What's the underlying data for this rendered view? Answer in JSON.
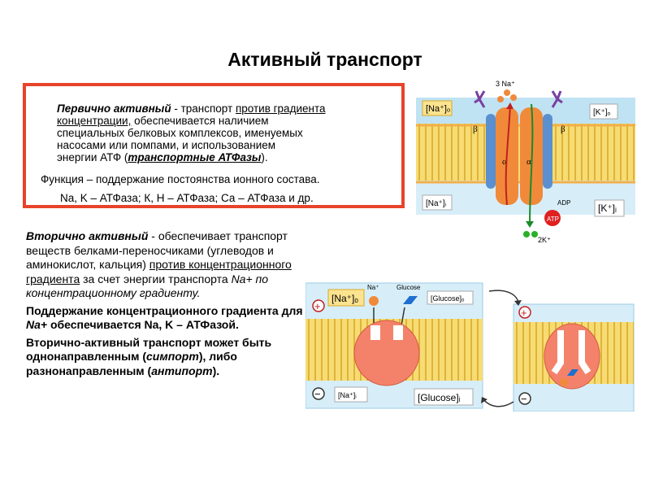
{
  "title": "Активный транспорт",
  "primary": {
    "term": "Первично активный",
    "dash": " - транспорт ",
    "against_gradient": "против градиента",
    "concentration": "концентрации,",
    "line2_rest": " обеспечивается наличием",
    "line3": "специальных белковых комплексов, именуемых",
    "line4": "насосами или помпами, и использованием",
    "line5_start": "энергии АТФ (",
    "atpases": "транспортные АТФазы",
    "line5_end": ").",
    "function": "Функция – поддержание постоянства ионного состава.",
    "examples": "Na, K – АТФаза; К, Н – АТФаза; Са – АТФаза и др."
  },
  "secondary": {
    "term": "Вторично активный",
    "def_start": "  - обеспечивает транспорт веществ белками-переносчиками (углеводов и аминокислот,  кальция) ",
    "against_gradient": "против концентрационного градиента",
    "def_mid": " за счет энергии транспорта ",
    "na_italic": "Na+ по концентрационному градиенту.",
    "support1": "Поддержание концентрационного градиента для  ",
    "support_na": "Na+",
    "support2": "   обеспечивается Na, K – АТФазой.",
    "types1": "Вторично-активный транспорт может быть однонаправленным (",
    "symport": "симпорт",
    "types2": "), либо разнонаправленным (",
    "antiport": "антипорт",
    "types3": ")."
  },
  "pump_figure": {
    "na_out": "[Na⁺]ₒ",
    "k_out": "[K⁺]ₒ",
    "na_in": "[Na⁺]ᵢ",
    "k_in": "[K⁺]ᵢ",
    "na3": "3 Na⁺",
    "k2": "2K⁺",
    "beta": "β",
    "alpha": "α",
    "adp": "ADP",
    "atp": "ATP"
  },
  "symport_figure": {
    "na_out": "[Na⁺]ₒ",
    "na_label": "Na⁺",
    "glucose_label": "Glucose",
    "glucose_out": "[Glucose]ₒ",
    "na_in": "[Na⁺]ᵢ",
    "glucose_in": "[Glucose]ᵢ",
    "plus": "+",
    "minus": "−"
  },
  "colors": {
    "border_red": "#e8432b",
    "membrane_yellow": "#f3d45a",
    "membrane_blue": "#7ec6e8",
    "protein_orange": "#f08a3a",
    "protein_blue": "#5a8fd0",
    "carrier_red": "#f4826a",
    "atp_red": "#e02020"
  }
}
